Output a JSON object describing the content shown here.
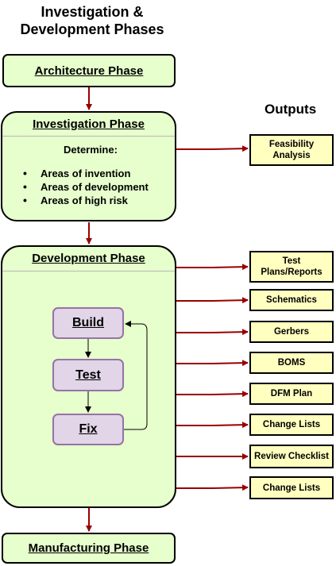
{
  "title": {
    "line1": "Investigation &",
    "line2": "Development Phases"
  },
  "outputs_header": "Outputs",
  "phases": {
    "architecture": "Architecture Phase",
    "investigation": {
      "title": "Investigation Phase",
      "determine": "Determine:",
      "items": [
        "Areas of invention",
        "Areas of development",
        "Areas of high risk"
      ]
    },
    "development": "Development Phase",
    "manufacturing": "Manufacturing Phase"
  },
  "loop": {
    "build": "Build",
    "test": "Test",
    "fix": "Fix"
  },
  "outputs": [
    {
      "line1": "Feasibility",
      "line2": "Analysis"
    },
    {
      "line1": "Test",
      "line2": "Plans/Reports"
    },
    {
      "line1": "Schematics"
    },
    {
      "line1": "Gerbers"
    },
    {
      "line1": "BOMS"
    },
    {
      "line1": "DFM Plan"
    },
    {
      "line1": "Change Lists"
    },
    {
      "line1": "Review Checklist"
    },
    {
      "line1": "Change Lists"
    }
  ],
  "colors": {
    "phase_fill": "#e6ffcc",
    "output_fill": "#ffffc0",
    "step_fill": "#e1d5e7",
    "step_border": "#9673a6",
    "flow_arrow": "#990000"
  }
}
